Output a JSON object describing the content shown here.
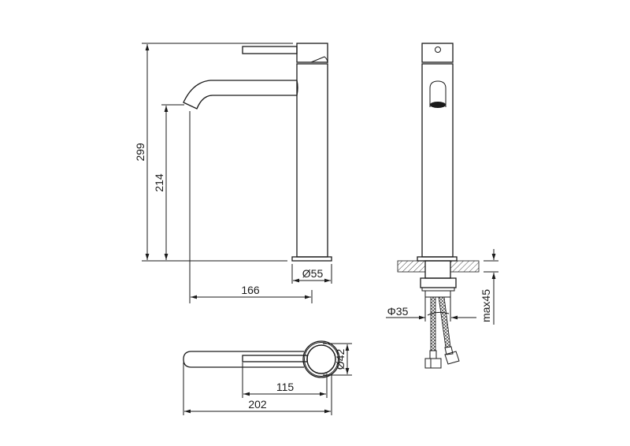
{
  "drawing": {
    "front_view": {
      "height_total": "299",
      "spout_height": "214",
      "spout_reach": "166",
      "base_diameter": "Ø55"
    },
    "side_view": {
      "shank_diameter": "Φ35",
      "max_counter_thickness": "max45"
    },
    "top_view": {
      "handle_length": "115",
      "total_length": "202",
      "body_diameter": "Ø42"
    }
  }
}
